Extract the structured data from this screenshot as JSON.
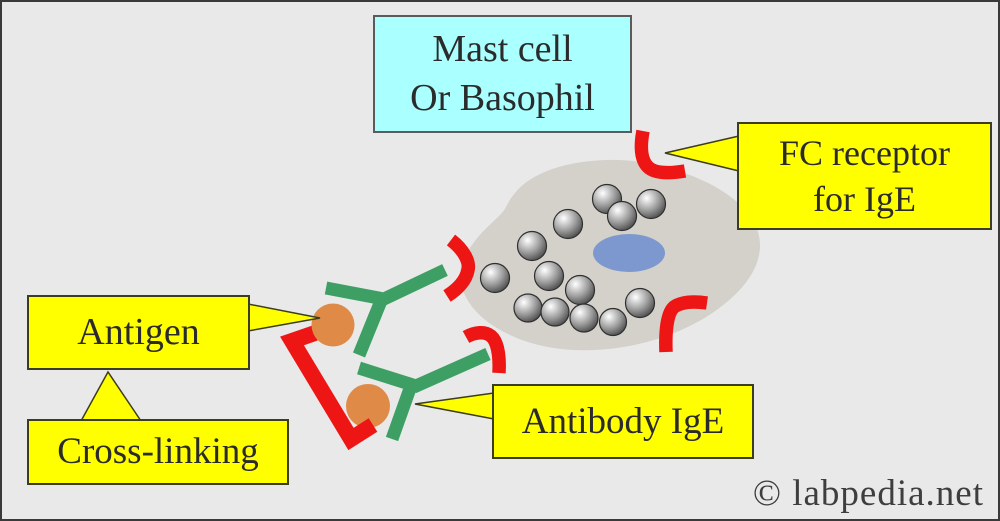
{
  "diagram": {
    "title_box": {
      "line1": "Mast cell",
      "line2": "Or Basophil"
    },
    "callouts": {
      "fc_receptor": {
        "line1": "FC receptor",
        "line2": "for IgE"
      },
      "antigen": {
        "label": "Antigen"
      },
      "cross_linking": {
        "label": "Cross-linking"
      },
      "antibody_ige": {
        "label": "Antibody IgE"
      }
    },
    "watermark": "© labpedia.net",
    "cell": {
      "granule_count": 13,
      "receptor_count": 4,
      "antibody_count": 2,
      "antigen_count": 2
    }
  },
  "palette": {
    "background": "#e9e9e9",
    "cell-body": "#d4d0ca",
    "nucleus": "#7d98ce",
    "receptor-red": "#ee1515",
    "antibody-green": "#3d9f63",
    "antigen-orange": "#e08a48",
    "label-yellow": "#ffff00",
    "title-cyan": "#aaffff",
    "text-dark": "#2b2b2b",
    "border-dark": "#3a3a3a"
  }
}
